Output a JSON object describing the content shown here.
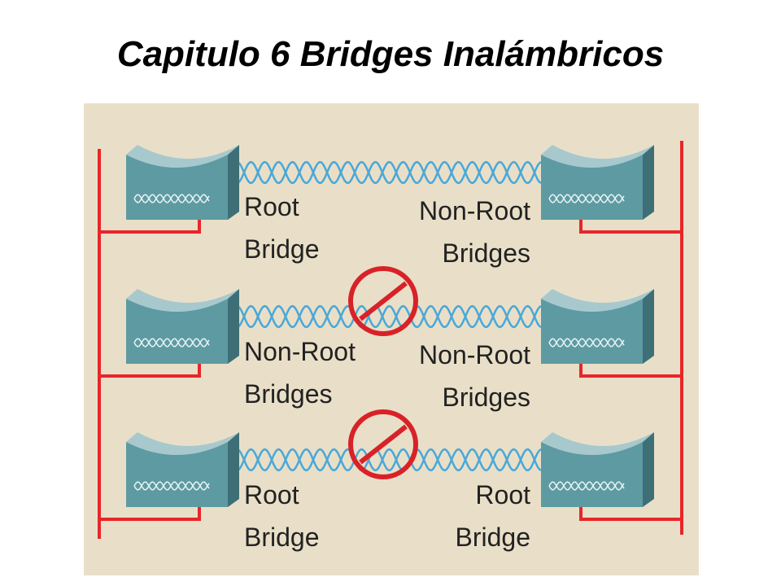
{
  "title": "Capitulo 6 Bridges Inalámbricos",
  "colors": {
    "panel_bg": "#e9dfc8",
    "wire": "#e8262a",
    "signal": "#4aa8d8",
    "bridge_front": "#5e9aa2",
    "bridge_top": "#a7c9cd",
    "bridge_side": "#3f6f76",
    "prohibited": "#d92128"
  },
  "rows": [
    {
      "left": {
        "line1": "Root",
        "line2": "Bridge"
      },
      "right": {
        "line1": "Non-Root",
        "line2": "Bridges"
      },
      "prohibited": false
    },
    {
      "left": {
        "line1": "Non-Root",
        "line2": "Bridges"
      },
      "right": {
        "line1": "Non-Root",
        "line2": "Bridges"
      },
      "prohibited": true
    },
    {
      "left": {
        "line1": "Root",
        "line2": "Bridge"
      },
      "right": {
        "line1": "Root",
        "line2": "Bridge"
      },
      "prohibited": true
    }
  ],
  "icons": {
    "bridge": "wireless-bridge-icon",
    "link": "wireless-signal-icon",
    "prohibited": "prohibited-icon"
  }
}
